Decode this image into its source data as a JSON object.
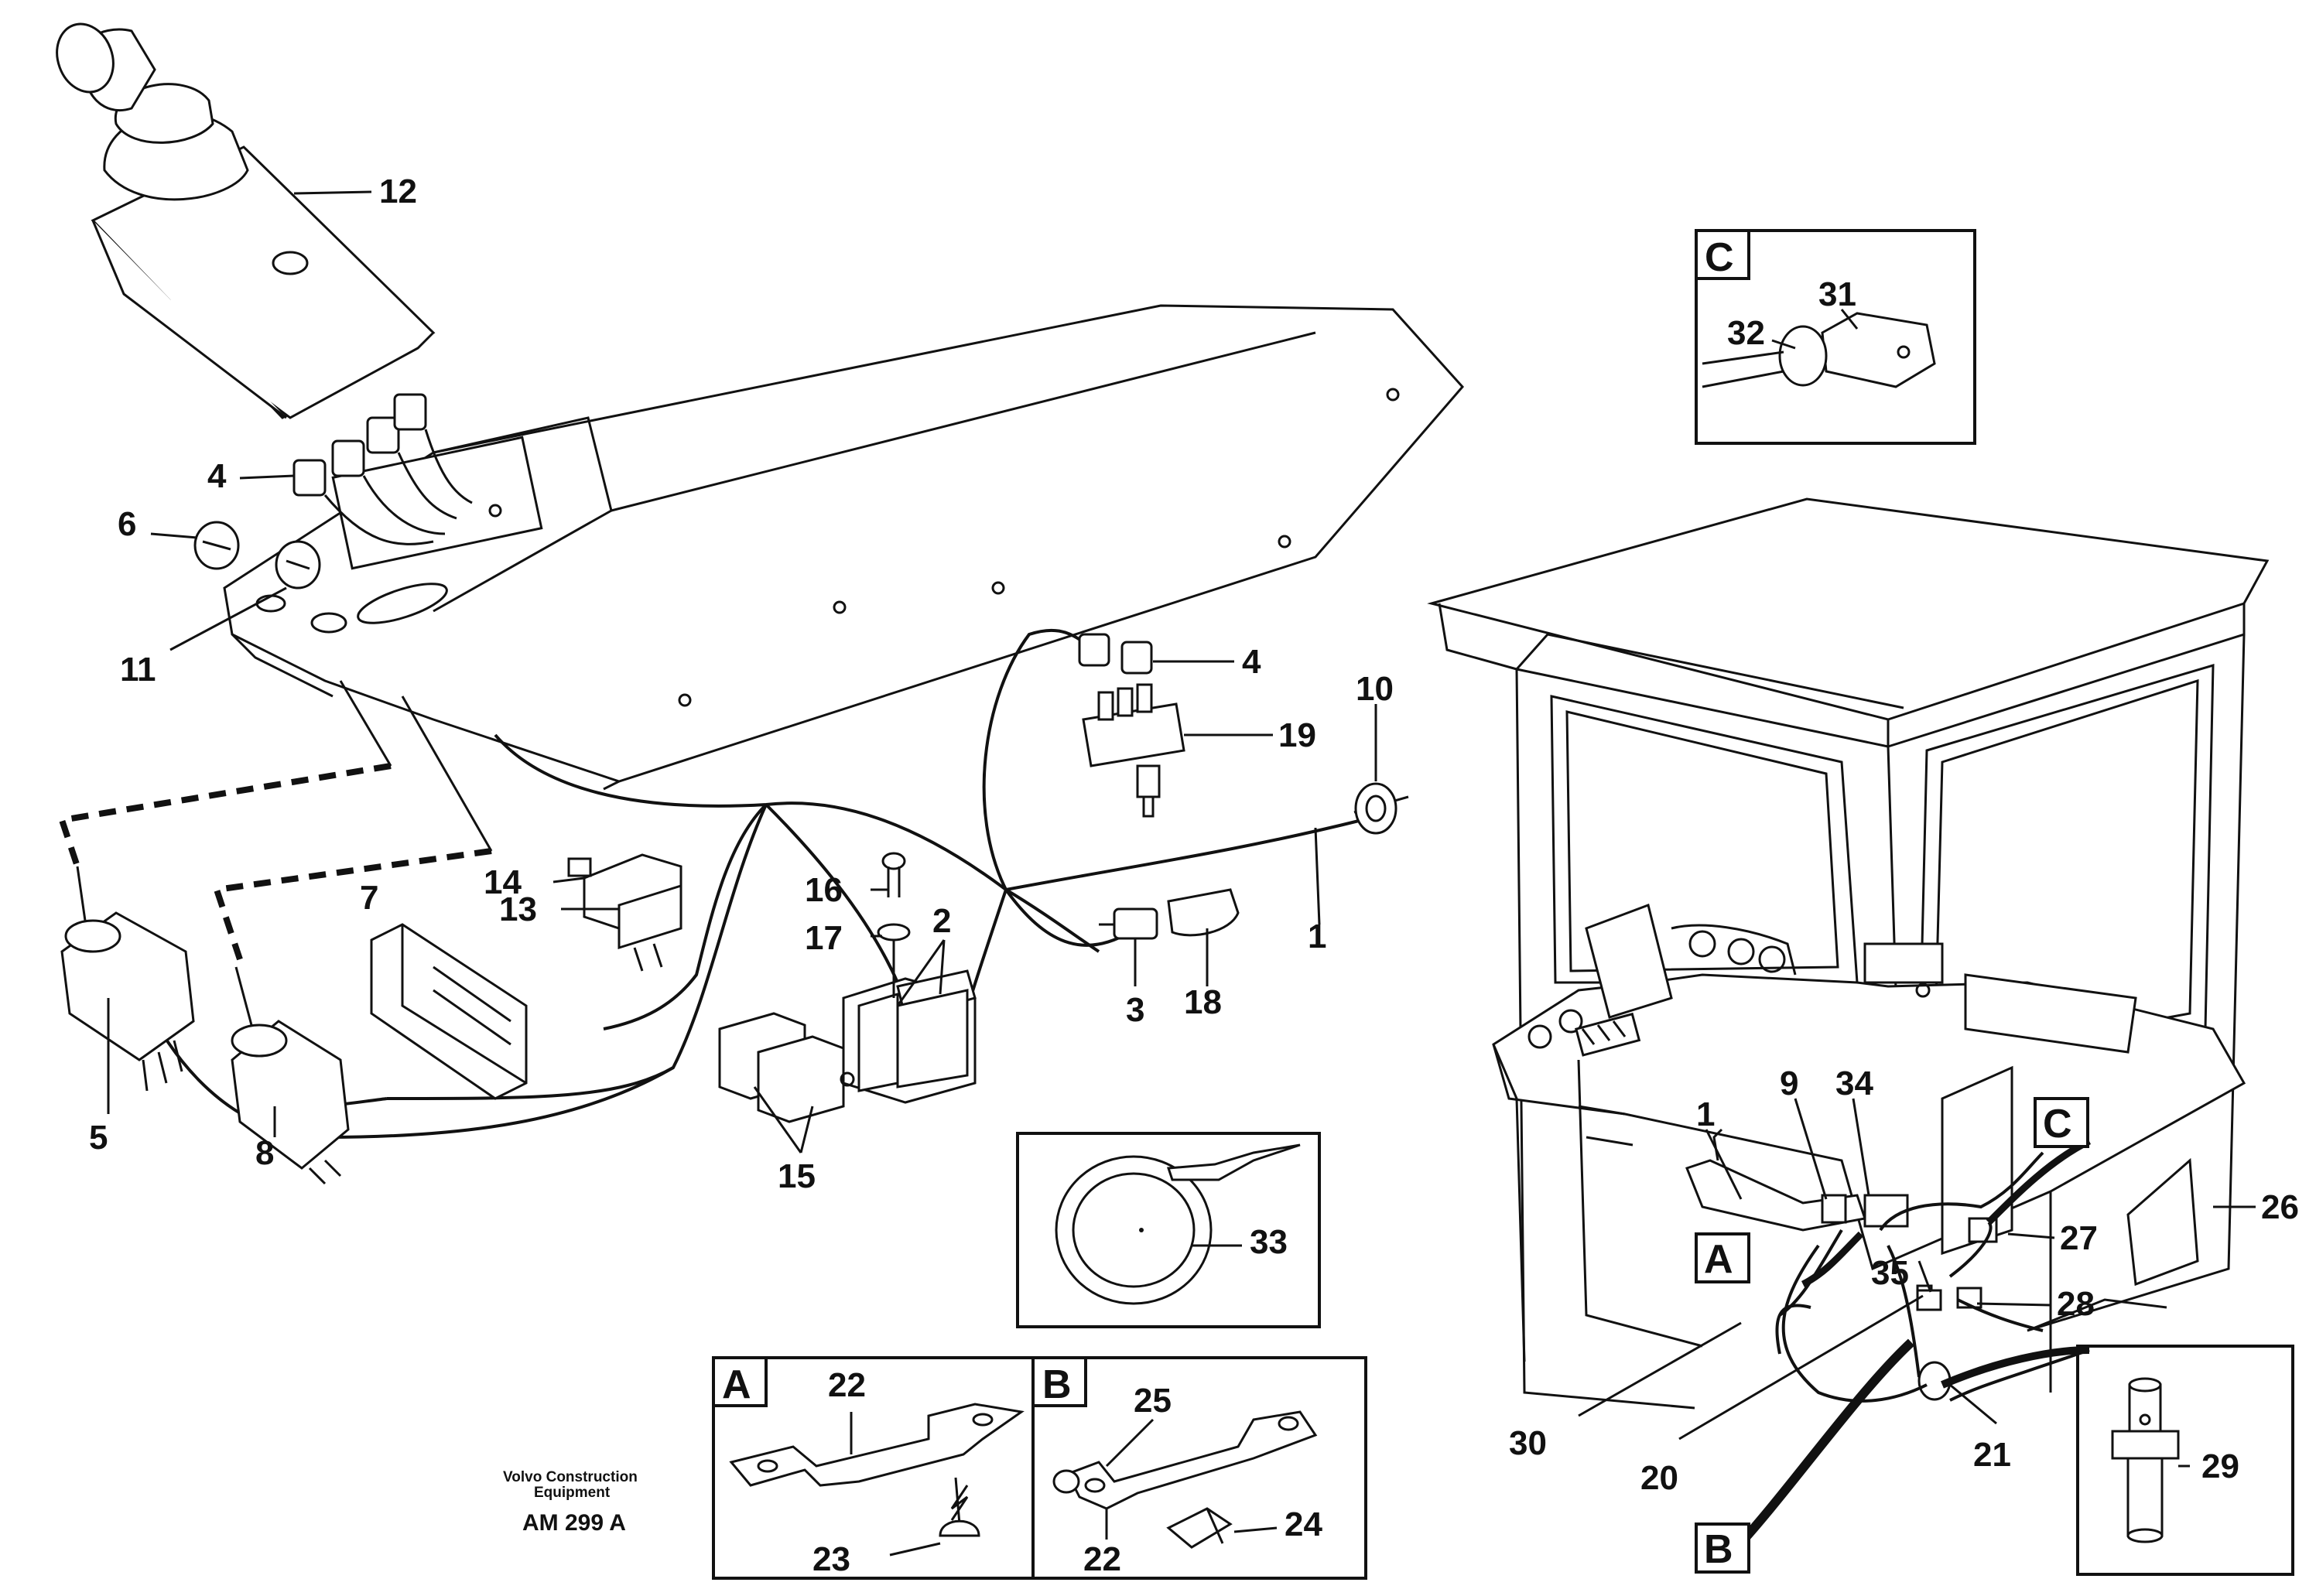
{
  "callouts": {
    "c12": "12",
    "c4a": "4",
    "c6": "6",
    "c11": "11",
    "c4b": "4",
    "c10": "10",
    "c19": "19",
    "c14": "14",
    "c7": "7",
    "c13": "13",
    "c16": "16",
    "c17": "17",
    "c2": "2",
    "c1a": "1",
    "c3": "3",
    "c18": "18",
    "c5": "5",
    "c8": "8",
    "c15": "15",
    "c33": "33",
    "c22a": "22",
    "c23": "23",
    "c25": "25",
    "c22b": "22",
    "c24": "24",
    "c31": "31",
    "c32": "32",
    "c1b": "1",
    "c9": "9",
    "c34": "34",
    "c26": "26",
    "c27": "27",
    "c35": "35",
    "c28": "28",
    "c30": "30",
    "c20": "20",
    "c21": "21",
    "c29": "29"
  },
  "detail_boxes": {
    "A": "A",
    "B": "B",
    "C": "C"
  },
  "cab_markers": {
    "A": "A",
    "B": "B",
    "C": "C"
  },
  "footer": {
    "publisher_line1": "Volvo Construction",
    "publisher_line2": "Equipment",
    "drawing_code": "AM 299 A"
  }
}
